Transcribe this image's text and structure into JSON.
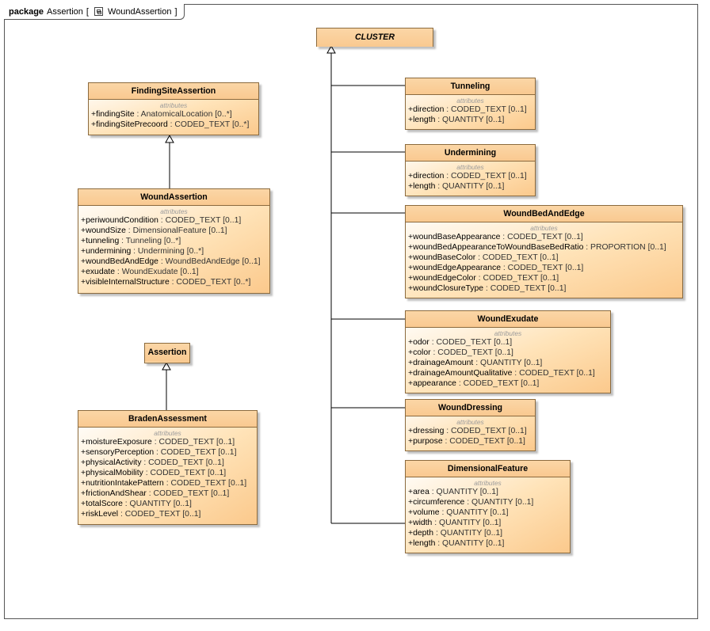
{
  "frame": {
    "keyword": "package",
    "package_name": "Assertion",
    "bracket_open": "[",
    "diagram_name": "WoundAssertion",
    "bracket_close": "]",
    "diagram_icon": "class-diagram-icon"
  },
  "classes": {
    "cluster": {
      "name": "CLUSTER",
      "abstract": true
    },
    "finding_site_assertion": {
      "name": "FindingSiteAssertion",
      "compartment_label": "attributes",
      "attributes": [
        {
          "name": "+findingSite",
          "type": " : AnatomicalLocation [0..*]"
        },
        {
          "name": "+findingSitePrecoord",
          "type": " : CODED_TEXT [0..*]"
        }
      ]
    },
    "wound_assertion": {
      "name": "WoundAssertion",
      "compartment_label": "attributes",
      "attributes": [
        {
          "name": "+periwoundCondition",
          "type": " : CODED_TEXT [0..1]"
        },
        {
          "name": "+woundSize",
          "type": " : DimensionalFeature [0..1]"
        },
        {
          "name": "+tunneling",
          "type": " : Tunneling [0..*]"
        },
        {
          "name": "+undermining",
          "type": " : Undermining [0..*]"
        },
        {
          "name": "+woundBedAndEdge",
          "type": " : WoundBedAndEdge [0..1]"
        },
        {
          "name": "+exudate",
          "type": " : WoundExudate [0..1]"
        },
        {
          "name": "+visibleInternalStructure",
          "type": " : CODED_TEXT [0..*]"
        }
      ]
    },
    "assertion": {
      "name": "Assertion"
    },
    "braden_assessment": {
      "name": "BradenAssessment",
      "compartment_label": "attributes",
      "attributes": [
        {
          "name": "+moistureExposure",
          "type": " : CODED_TEXT [0..1]"
        },
        {
          "name": "+sensoryPerception",
          "type": " : CODED_TEXT [0..1]"
        },
        {
          "name": "+physicalActivity",
          "type": " : CODED_TEXT [0..1]"
        },
        {
          "name": "+physicalMobility",
          "type": " : CODED_TEXT [0..1]"
        },
        {
          "name": "+nutritionIntakePattern",
          "type": " : CODED_TEXT [0..1]"
        },
        {
          "name": "+frictionAndShear",
          "type": " : CODED_TEXT [0..1]"
        },
        {
          "name": "+totalScore",
          "type": " : QUANTITY [0..1]"
        },
        {
          "name": "+riskLevel",
          "type": " : CODED_TEXT [0..1]"
        }
      ]
    },
    "tunneling": {
      "name": "Tunneling",
      "compartment_label": "attributes",
      "attributes": [
        {
          "name": "+direction",
          "type": " : CODED_TEXT [0..1]"
        },
        {
          "name": "+length",
          "type": " : QUANTITY [0..1]"
        }
      ]
    },
    "undermining": {
      "name": "Undermining",
      "compartment_label": "attributes",
      "attributes": [
        {
          "name": "+direction",
          "type": " : CODED_TEXT [0..1]"
        },
        {
          "name": "+length",
          "type": " : QUANTITY [0..1]"
        }
      ]
    },
    "wound_bed_and_edge": {
      "name": "WoundBedAndEdge",
      "compartment_label": "attributes",
      "attributes": [
        {
          "name": "+woundBaseAppearance",
          "type": " : CODED_TEXT [0..1]"
        },
        {
          "name": "+woundBedAppearanceToWoundBaseBedRatio",
          "type": " : PROPORTION [0..1]"
        },
        {
          "name": "+woundBaseColor",
          "type": " : CODED_TEXT [0..1]"
        },
        {
          "name": "+woundEdgeAppearance",
          "type": " : CODED_TEXT [0..1]"
        },
        {
          "name": "+woundEdgeColor",
          "type": " : CODED_TEXT [0..1]"
        },
        {
          "name": "+woundClosureType",
          "type": " : CODED_TEXT [0..1]"
        }
      ]
    },
    "wound_exudate": {
      "name": "WoundExudate",
      "compartment_label": "attributes",
      "attributes": [
        {
          "name": "+odor",
          "type": " : CODED_TEXT [0..1]"
        },
        {
          "name": "+color",
          "type": " : CODED_TEXT [0..1]"
        },
        {
          "name": "+drainageAmount",
          "type": " : QUANTITY [0..1]"
        },
        {
          "name": "+drainageAmountQualitative",
          "type": " : CODED_TEXT [0..1]"
        },
        {
          "name": "+appearance",
          "type": " : CODED_TEXT [0..1]"
        }
      ]
    },
    "wound_dressing": {
      "name": "WoundDressing",
      "compartment_label": "attributes",
      "attributes": [
        {
          "name": "+dressing",
          "type": " : CODED_TEXT [0..1]"
        },
        {
          "name": "+purpose",
          "type": " : CODED_TEXT [0..1]"
        }
      ]
    },
    "dimensional_feature": {
      "name": "DimensionalFeature",
      "compartment_label": "attributes",
      "attributes": [
        {
          "name": "+area",
          "type": " : QUANTITY [0..1]"
        },
        {
          "name": "+circumference",
          "type": " : QUANTITY [0..1]"
        },
        {
          "name": "+volume",
          "type": " : QUANTITY [0..1]"
        },
        {
          "name": "+width",
          "type": " : QUANTITY [0..1]"
        },
        {
          "name": "+depth",
          "type": " : QUANTITY [0..1]"
        },
        {
          "name": "+length",
          "type": " : QUANTITY [0..1]"
        }
      ]
    }
  },
  "generalizations": [
    {
      "child": "WoundAssertion",
      "parent": "FindingSiteAssertion"
    },
    {
      "child": "BradenAssessment",
      "parent": "Assertion"
    },
    {
      "child": "Tunneling",
      "parent": "CLUSTER"
    },
    {
      "child": "Undermining",
      "parent": "CLUSTER"
    },
    {
      "child": "WoundBedAndEdge",
      "parent": "CLUSTER"
    },
    {
      "child": "WoundExudate",
      "parent": "CLUSTER"
    },
    {
      "child": "WoundDressing",
      "parent": "CLUSTER"
    },
    {
      "child": "DimensionalFeature",
      "parent": "CLUSTER"
    }
  ],
  "colors": {
    "class_fill": "#fbd6a6",
    "class_border": "#8b6a3e",
    "compartment_label": "#9a9a9a",
    "line": "#000000"
  }
}
